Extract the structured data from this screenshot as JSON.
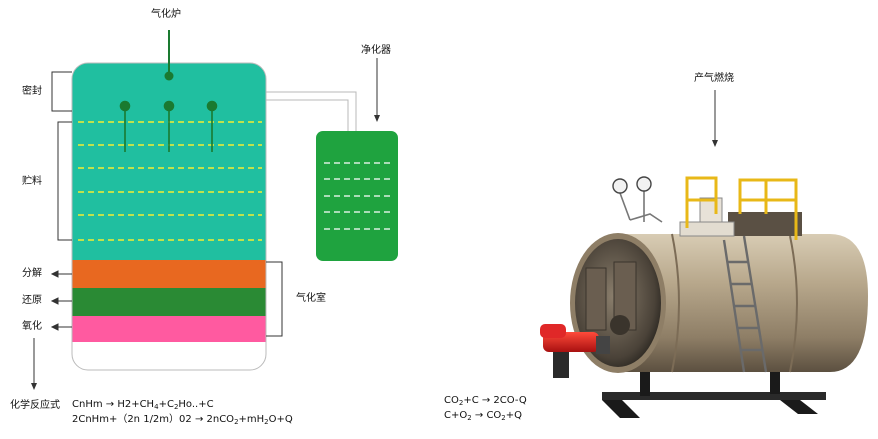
{
  "gasifier": {
    "title": "气化炉",
    "label_seal": "密封",
    "label_storage": "贮料",
    "label_decompose": "分解",
    "label_reduce": "还原",
    "label_oxidize": "氧化",
    "label_chamber": "气化室",
    "colors": {
      "seal_zone": "#20bfa0",
      "decompose_zone": "#e86820",
      "reduce_zone": "#2a8a34",
      "oxidize_zone": "#ff5aa0",
      "pipe_green": "#1a7a30",
      "dash": "#f4ee30"
    }
  },
  "purifier": {
    "title": "净化器",
    "color": "#1fa33f"
  },
  "reactions": {
    "title": "化学反应式",
    "eq1": {
      "a": "CnHm → H2+CH",
      "s1": "4",
      "b": "+C",
      "s2": "2",
      "c": "Ho..+C"
    },
    "eq2": {
      "a": "2CnHm+（2n 1/2m）02 → 2nCO",
      "s1": "2",
      "b": "+mH",
      "s2": "2",
      "c": "O+Q"
    }
  },
  "boiler": {
    "title": "产气燃烧",
    "eq1": {
      "a": "CO",
      "s1": "2",
      "b": "+C → 2CO-Q"
    },
    "eq2": {
      "a": "C+O",
      "s1": "2",
      "b": " → CO",
      "s2": "2",
      "c": "+Q"
    },
    "colors": {
      "shell": "#a8987e",
      "burner": "#d82020",
      "railing": "#e8b818",
      "frame": "#2a2a2a"
    }
  }
}
